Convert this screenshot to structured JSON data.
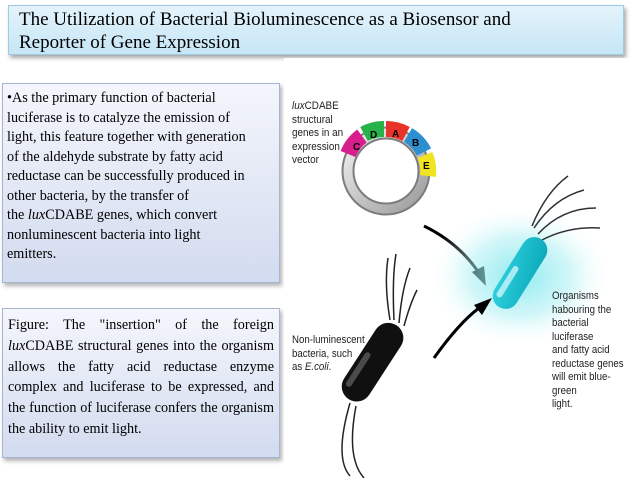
{
  "title": {
    "line1": "The Utilization of Bacterial Bioluminescence as a Biosensor and",
    "line2": "Reporter of Gene Expression"
  },
  "box1": {
    "lines": [
      "•As the primary function of bacterial",
      "luciferase is to catalyze the emission of",
      "light, this feature together with generation",
      "of the aldehyde substrate by fatty acid",
      "reductase can be successfully produced in",
      "other bacteria, by the transfer of"
    ],
    "line7_before": "the ",
    "line7_italic": "lux",
    "line7_after": "CDABE genes, which convert",
    "line8": "nonluminescent bacteria into light",
    "line9": "emitters."
  },
  "box2": {
    "part1": "Figure: The \"insertion\" of the foreign",
    "italic": "lux",
    "part2": "CDABE structural genes into the organism allows the fatty acid reductase enzyme complex and luciferase to be expressed, and the function of luciferase confers the organism the ability to emit light."
  },
  "figure": {
    "lux_label": {
      "italic": "lux",
      "rest": "CDABE",
      "lines": [
        "structural",
        "genes in an",
        "expression",
        "vector"
      ]
    },
    "gene_letters": [
      "C",
      "D",
      "A",
      "B",
      "E"
    ],
    "gene_colors": [
      "#d81e8c",
      "#27b24a",
      "#e8332b",
      "#2d8fd0",
      "#f0e321"
    ],
    "organisms_label": [
      "Organisms",
      "habouring the",
      "bacterial luciferase",
      "and fatty acid",
      "reductase genes",
      "will emit blue-green",
      "light."
    ],
    "nonlum_label": {
      "lines": [
        "Non-luminescent",
        "bacteria, such"
      ],
      "line3_before": "as ",
      "line3_italic": "E.coli",
      "line3_after": "."
    }
  }
}
